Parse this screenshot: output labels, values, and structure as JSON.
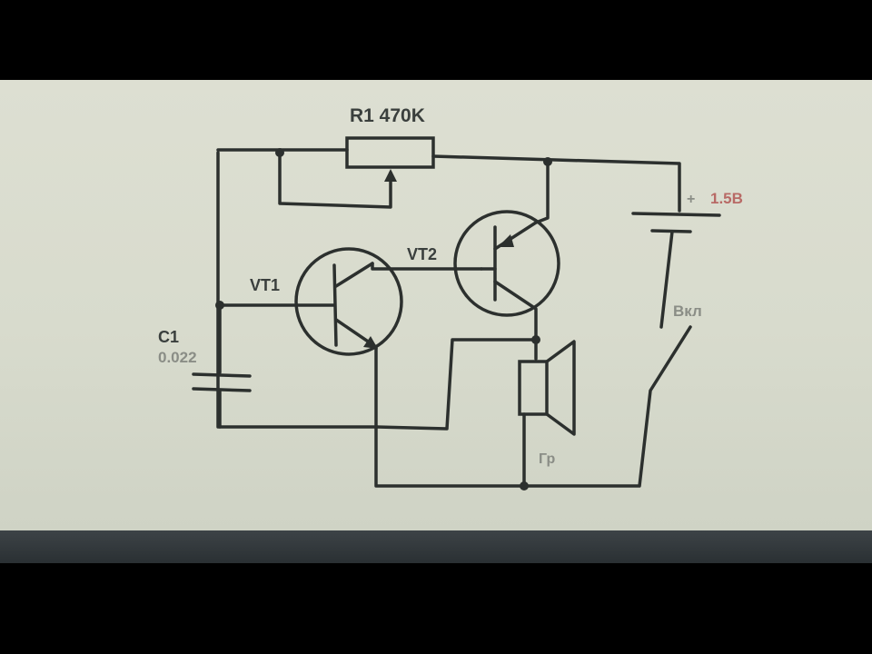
{
  "schematic": {
    "resistor_label": "R1 470K",
    "transistor1_label": "VT1",
    "transistor2_label": "VT2",
    "capacitor_name": "C1",
    "capacitor_value": "0.022",
    "battery_plus": "+",
    "battery_voltage": "1.5B",
    "switch_label": "Вкл",
    "speaker_label": "Гр"
  },
  "colors": {
    "ink": "#2c302e",
    "paper": "#dcdfd1",
    "battery_text": "#b86a66"
  }
}
